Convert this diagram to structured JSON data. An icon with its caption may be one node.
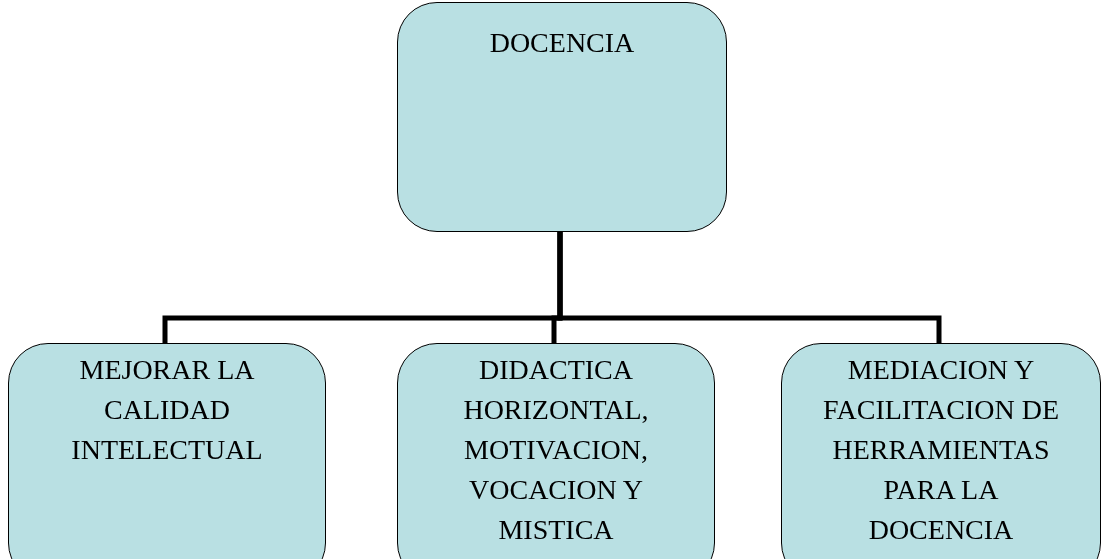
{
  "diagram": {
    "nodes": [
      {
        "text": [
          "DOCENCIA"
        ]
      },
      {
        "text": [
          "MEJORAR LA CALIDAD INTELECTUAL"
        ]
      },
      {
        "text": [
          "DIDACTICA HORIZONTAL, MOTIVACION, VOCACION Y MISTICA"
        ]
      },
      {
        "text": [
          "MEDIACION Y FACILITACION DE HERRAMIENTAS PARA LA DOCENCIA"
        ]
      }
    ],
    "edges": [
      {
        "from": 0,
        "to": 1,
        "arrow": "none"
      },
      {
        "from": 0,
        "to": 2,
        "arrow": "none"
      },
      {
        "from": 0,
        "to": 3,
        "arrow": "none"
      }
    ]
  }
}
